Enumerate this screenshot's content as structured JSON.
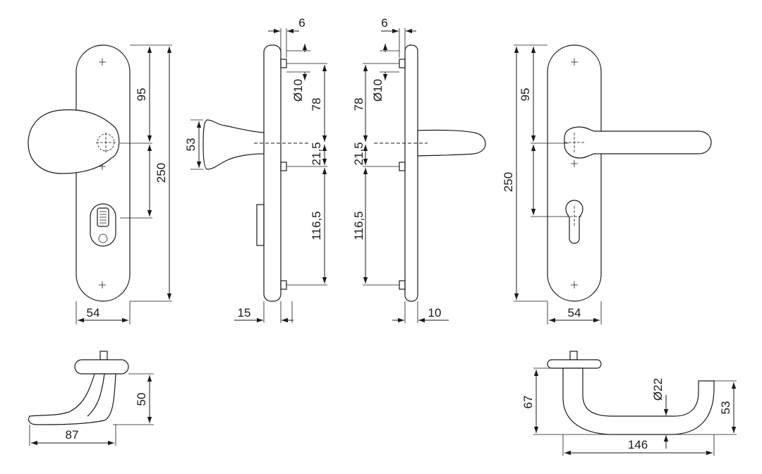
{
  "colors": {
    "line": "#1a1a1a",
    "background": "#ffffff"
  },
  "dims": {
    "a": {
      "height": "250",
      "upper": "95",
      "width": "54"
    },
    "b": {
      "gap": "6",
      "hole": "Ø10",
      "upper": "78",
      "mid": "21,5",
      "lower": "116,5",
      "knob": "53",
      "depth": "15"
    },
    "c": {
      "gap": "6",
      "hole": "Ø10",
      "upper": "78",
      "mid": "21,5",
      "lower": "116,5",
      "depth": "10"
    },
    "d": {
      "height": "250",
      "upper": "95",
      "width": "54"
    },
    "e": {
      "height": "50",
      "length": "87"
    },
    "f": {
      "height": "67",
      "rise": "53",
      "dia": "Ø22",
      "length": "146"
    }
  }
}
